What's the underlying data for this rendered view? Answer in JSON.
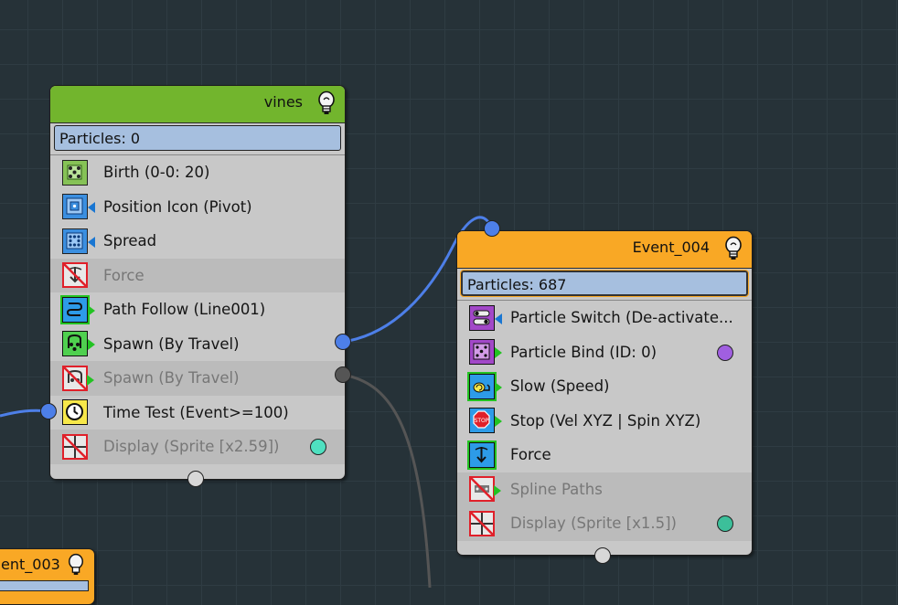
{
  "nodes": {
    "vines": {
      "title": "vines",
      "particles": "Particles: 0",
      "header_color": "#72b52d",
      "ops": [
        {
          "label": "Birth (0-0: 20)",
          "icon": "birth-icon",
          "enabled": true
        },
        {
          "label": "Position Icon (Pivot)",
          "icon": "position-icon",
          "enabled": true
        },
        {
          "label": "Spread",
          "icon": "spread-icon",
          "enabled": true
        },
        {
          "label": "Force",
          "icon": "force-icon",
          "enabled": false
        },
        {
          "label": "Path Follow (Line001)",
          "icon": "path-follow-icon",
          "enabled": true
        },
        {
          "label": "Spawn (By Travel)",
          "icon": "spawn-icon",
          "enabled": true
        },
        {
          "label": "Spawn (By Travel)",
          "icon": "spawn-icon",
          "enabled": false
        },
        {
          "label": "Time Test (Event>=100)",
          "icon": "time-test-icon",
          "enabled": true
        },
        {
          "label": "Display (Sprite [x2.59])",
          "icon": "display-icon",
          "enabled": false
        }
      ]
    },
    "event_004": {
      "title": "Event_004",
      "particles": "Particles: 687",
      "header_color": "#f9a825",
      "ops": [
        {
          "label": "Particle Switch (De-activate...",
          "icon": "particle-switch-icon",
          "enabled": true
        },
        {
          "label": "Particle Bind (ID: 0)",
          "icon": "particle-bind-icon",
          "enabled": true
        },
        {
          "label": "Slow (Speed)",
          "icon": "slow-icon",
          "enabled": true
        },
        {
          "label": "Stop (Vel XYZ | Spin XYZ)",
          "icon": "stop-icon",
          "enabled": true
        },
        {
          "label": "Force",
          "icon": "force-icon",
          "enabled": true
        },
        {
          "label": "Spline Paths",
          "icon": "spline-paths-icon",
          "enabled": false
        },
        {
          "label": "Display (Sprite [x1.5])",
          "icon": "display-icon",
          "enabled": false
        }
      ]
    },
    "event_003": {
      "title": "ent_003",
      "header_color": "#f9a825"
    }
  },
  "colors": {
    "wire_active": "#4d7fe8",
    "wire_inactive": "#555555",
    "display_dot_vines": "#4fe0c0",
    "display_dot_event": "#3cbf9a",
    "bind_dot": "#a05fe0"
  }
}
